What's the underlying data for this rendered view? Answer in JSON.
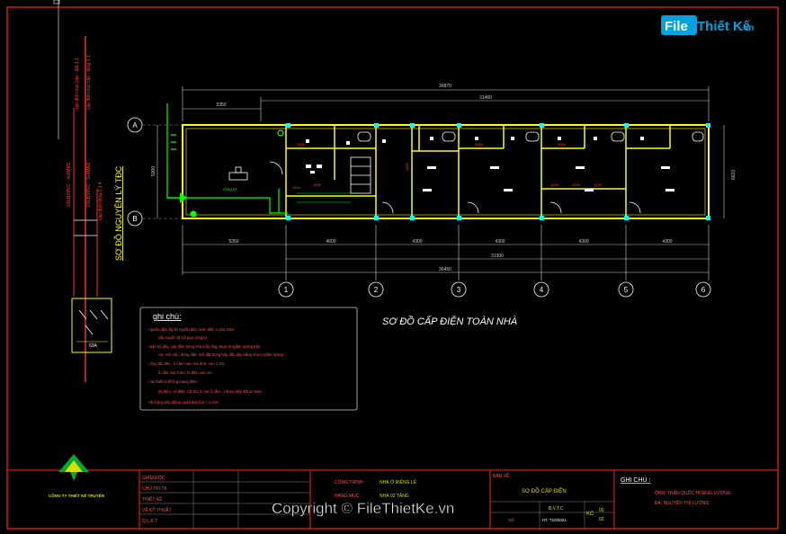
{
  "logo": {
    "file": "File",
    "brand": "Thiết Kế",
    "tld": ".vn"
  },
  "title": "SƠ ĐỒ CẤP ĐIỆN TOÀN NHÀ",
  "vertical_title": "SƠ ĐỒ NGUYÊN LÝ TĐC",
  "axes_letters": [
    "A",
    "B"
  ],
  "axes_numbers": [
    "1",
    "2",
    "3",
    "4",
    "5",
    "6"
  ],
  "dims_top": {
    "total": "36870",
    "second": "31460",
    "first": "5350"
  },
  "dims_bottom": [
    "5350",
    "4600",
    "4300",
    "4300",
    "4300",
    "4300"
  ],
  "dims_bottom_total1": "31300",
  "dims_bottom_total2": "36450",
  "dims_left": "5000",
  "dims_right": "6610",
  "room_labels": [
    "1000",
    "1450",
    "2000",
    "3000",
    "3450",
    "1200",
    "1200",
    "1200",
    "3000"
  ],
  "notes": {
    "heading": "ghi chú:",
    "lines": [
      "- nguồn điện lấy từ nguồn điện lưới, điện 1 pha 220v",
      "cấp nguồn đi nổi qua công tơ",
      "- toàn bộ dây, cáp điện trong nhà luồn ống nhựa đi ngầm tường trần",
      "các mối nối ( dùng đấm mối đặt trong hộp đấu dây bằng nhựa ngầm tường",
      "- công tắc đèn , ổ cắm cao cửa đi kt, cao 1.4m,",
      "ổ cắm cao 0.4m, tủ điện cao 1m",
      "- các thiết bị không mang điện :",
      "(tủ điện, vỏ đtkk, cột thư 3 của ổ cắm...) được tiếp đất an toàn",
      "- hệ thống tiếp đất an toàn đạt nhỏ < 4 ohm"
    ]
  },
  "left_schema": {
    "cables": [
      "cáp điện trục cấp - đất 1.1",
      "cáp điện trục cấp - tầng 1.1",
      "2XLBSPVC - 4x6MM2",
      "2XLBSPVC - 3x4MM2",
      "cáp điện tầng 2,3,4"
    ],
    "breakers": [
      "63A"
    ],
    "meter": "công tơ"
  },
  "title_block": {
    "company": "CÔNG TY THIẾT KẾ TRUYỀN",
    "roles": [
      "GIÁM ĐỐC",
      "CHỦ TRÌ TK",
      "THIẾT KẾ",
      "VẼ KỸ THUẬT",
      "Q.L.K.T"
    ],
    "project_label": "CÔNG TRÌNH :",
    "project_value": "NHÀ Ở RIÊNG LẺ",
    "item_label": "HẠNG MỤC :",
    "item_value": "NHÀ 02 TẦNG",
    "drawing_label": "BẢN VẼ:",
    "drawing_value": "SƠ ĐỒ CẤP ĐIỆN",
    "stage": "B.V.T.C",
    "sheet_code": "KC",
    "sheet_num1": "00",
    "sheet_num2": "02",
    "ref_label": "SỐ:",
    "ref_value": "HT. T10/2021",
    "notes_label": "GHI CHÚ :",
    "owner1": "ÔNG: TRẦN QUỐC HOÀNG VƯƠNG",
    "owner2": "BÀ: NGUYỄN THỊ LƯƠNG"
  },
  "copyright": "Copyright © FileThietKe.vn",
  "colors": {
    "frame": "#ff2020",
    "wall": "#ffff00",
    "column": "#00ffff",
    "wire": "#00ff00",
    "dim": "#cfcfcf",
    "text_white": "#ffffff"
  }
}
